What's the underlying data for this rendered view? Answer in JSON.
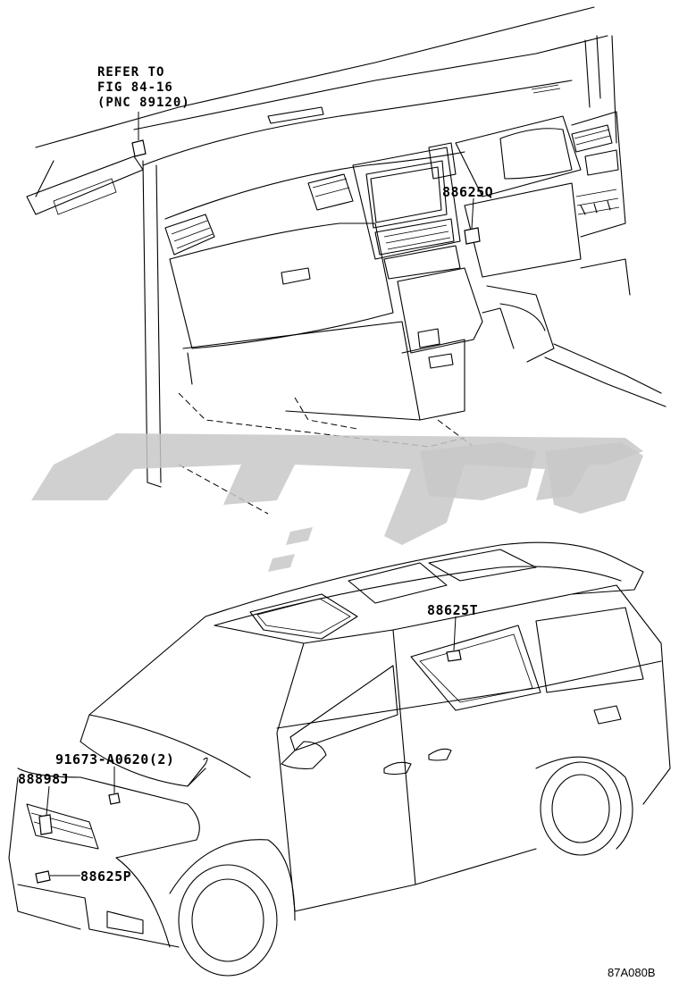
{
  "diagram": {
    "refer_note": {
      "line1": "REFER TO",
      "line2": "FIG 84-16",
      "line3": "(PNC 89120)"
    },
    "labels": {
      "p88625q": "88625Q",
      "p88625t": "88625T",
      "p91673": "91673-A0620(2)",
      "p88898j": "88898J",
      "p88625p": "88625P"
    },
    "figure_code": "87A080B"
  }
}
